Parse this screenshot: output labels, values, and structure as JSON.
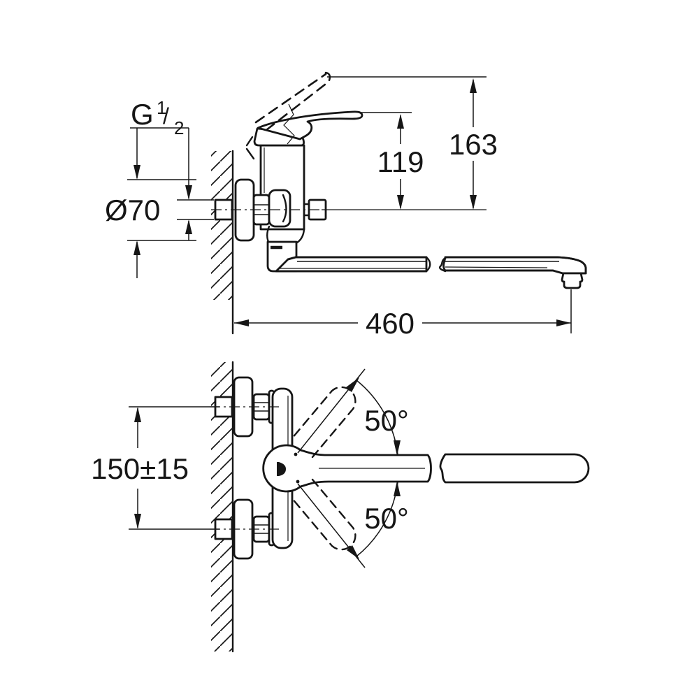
{
  "drawing": {
    "background_color": "#ffffff",
    "line_color": "#161616",
    "side_view": {
      "thread_size": {
        "prefix": "G",
        "numerator": "1",
        "fraction_slash": "/",
        "denominator": "2"
      },
      "escutcheon_diameter": "Ø70",
      "lever_height": "119",
      "lever_raised_height": "163",
      "spout_reach": "460"
    },
    "plan_view": {
      "union_spacing": "150±15",
      "swivel_angle_upper": "50°",
      "swivel_angle_lower": "50°"
    }
  }
}
